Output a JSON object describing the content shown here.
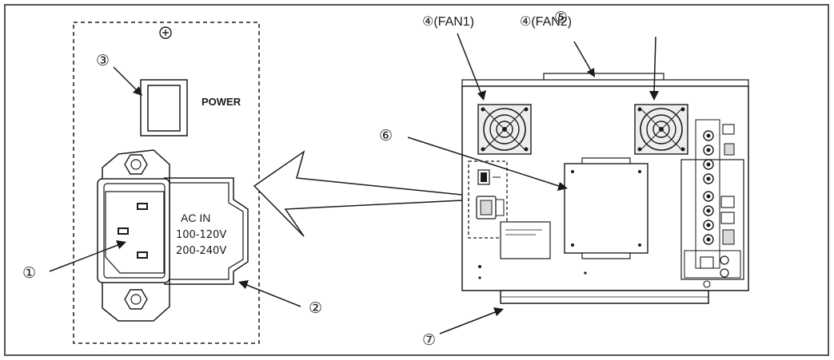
{
  "diagram": {
    "markers": {
      "m1": "①",
      "m2": "②",
      "m3": "③",
      "m4a": "④(FAN1)",
      "m4b": "④(FAN2)",
      "m5": "⑤",
      "m6": "⑥",
      "m7": "⑦"
    },
    "labels": {
      "power": "POWER",
      "ac_in": "AC IN",
      "range_low": "100-120V",
      "range_high": "200-240V"
    },
    "colors": {
      "line": "#1a1a1a",
      "fill_gray": "#d9d9d9",
      "fill_light": "#eeeeee"
    }
  }
}
